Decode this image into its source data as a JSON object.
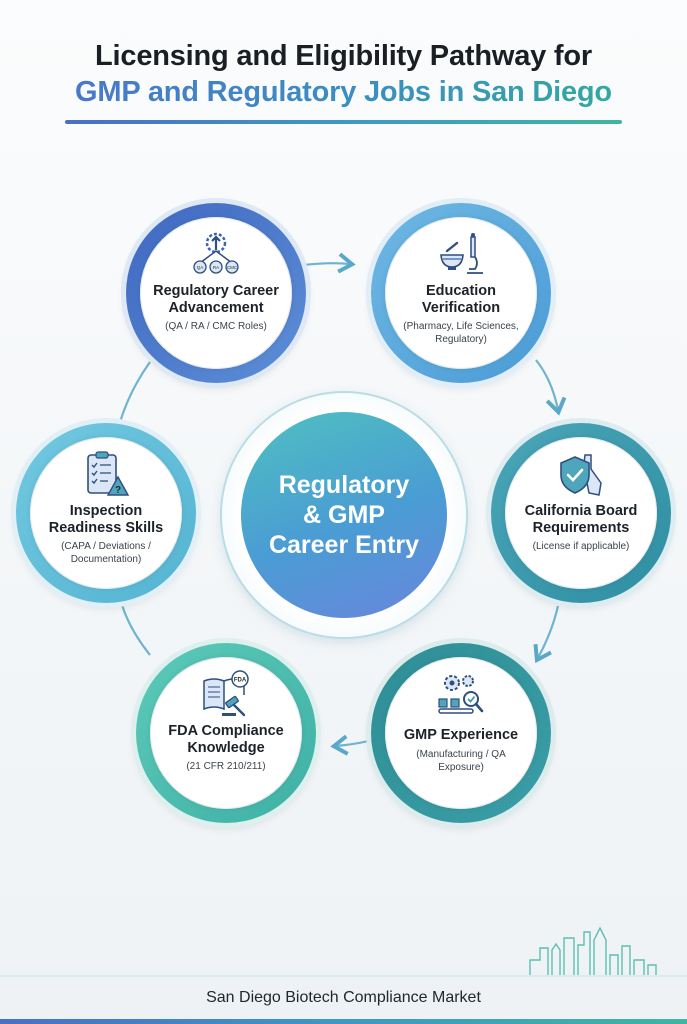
{
  "header": {
    "title_line1": "Licensing and Eligibility Pathway for",
    "title_line2": "GMP and Regulatory Jobs in San Diego"
  },
  "center": {
    "line1": "Regulatory",
    "line2": "& GMP",
    "line3": "Career Entry"
  },
  "steps": [
    {
      "label1": "Regulatory Career",
      "label2": "Advancement",
      "sub1": "(QA / RA / CMC Roles)",
      "sub2": "",
      "icon": "career-ladder-gear-icon",
      "icon_text": [
        "QA",
        "RA",
        "CMC"
      ]
    },
    {
      "label1": "Education",
      "label2": "Verification",
      "sub1": "(Pharmacy, Life Sciences,",
      "sub2": "Regulatory)",
      "icon": "mortar-microscope-icon"
    },
    {
      "label1": "California Board",
      "label2": "Requirements",
      "sub1": "(License if applicable)",
      "sub2": "",
      "icon": "shield-california-icon"
    },
    {
      "label1": "GMP Experience",
      "label2": "",
      "sub1": "(Manufacturing / QA",
      "sub2": "Exposure)",
      "icon": "gears-conveyor-icon"
    },
    {
      "label1": "FDA Compliance",
      "label2": "Knowledge",
      "sub1": "(21 CFR 210/211)",
      "sub2": "",
      "icon": "fda-book-gavel-icon",
      "icon_text": [
        "FDA"
      ]
    },
    {
      "label1": "Inspection",
      "label2": "Readiness Skills",
      "sub1": "(CAPA / Deviations /",
      "sub2": "Documentation)",
      "icon": "clipboard-checklist-icon"
    }
  ],
  "colors": {
    "blue": "#4a78c8",
    "teal": "#3fb5a2",
    "arrow": "#5aa8c8"
  },
  "footer": {
    "text": "San Diego Biotech Compliance Market"
  }
}
